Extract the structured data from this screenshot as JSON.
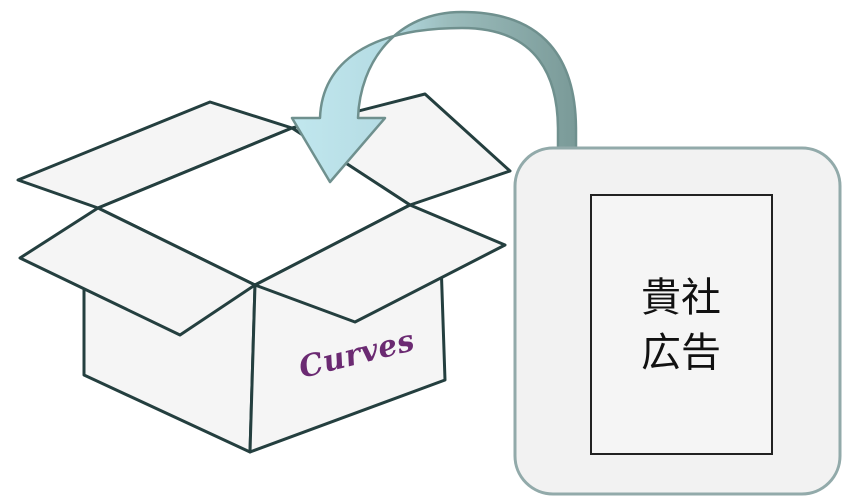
{
  "box": {
    "brand_logo_text": "Curves"
  },
  "ad_card": {
    "line1": "貴社",
    "line2": "広告"
  },
  "colors": {
    "box_outline": "#243f3f",
    "box_fill": "#f5f5f5",
    "arrow_light": "#b9e2ea",
    "arrow_dark": "#7a9a98",
    "arrow_outline": "#6f908e",
    "card_fill": "#f2f2f2",
    "card_border": "#92aaaa",
    "paper_fill": "#f5f5f5",
    "paper_border": "#222222",
    "brand_purple": "#6b2a72",
    "text": "#111111"
  }
}
